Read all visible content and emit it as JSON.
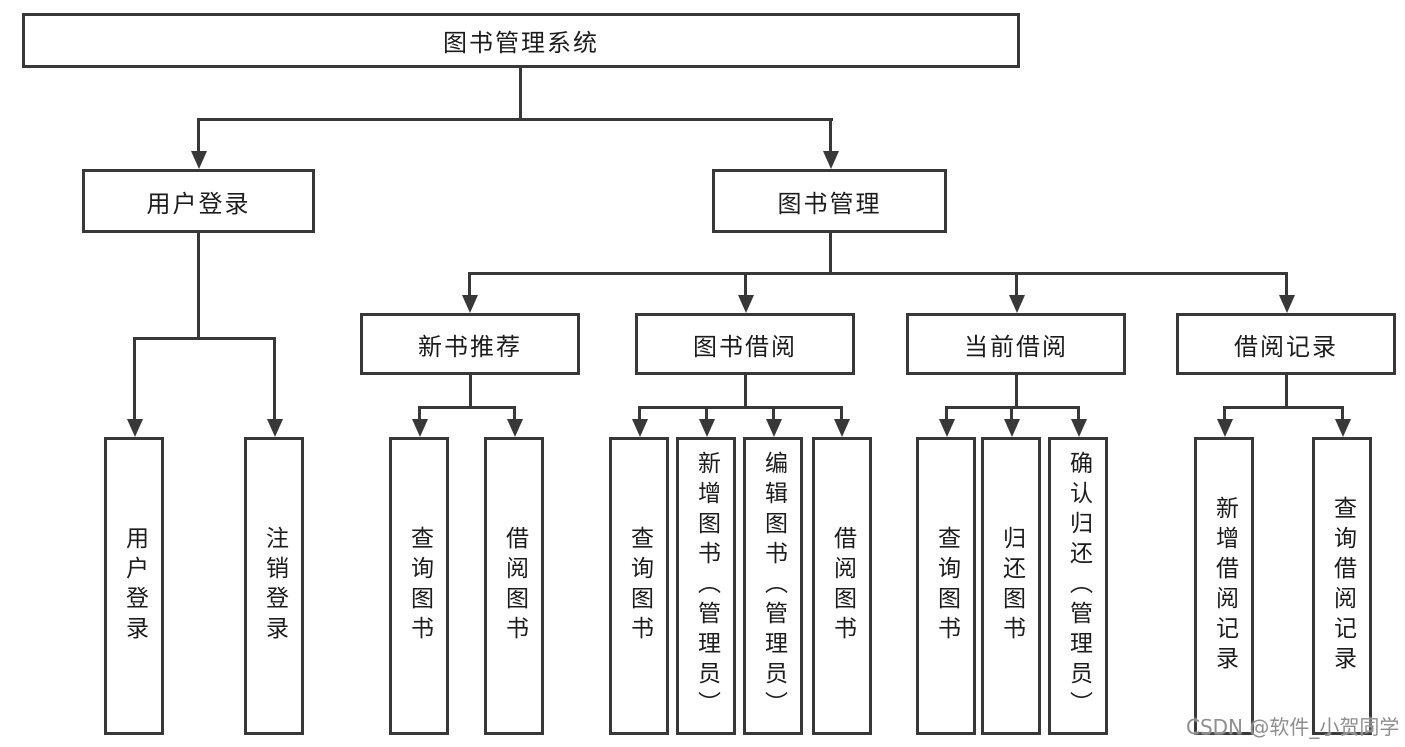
{
  "diagram": {
    "type": "feature-tree",
    "tree": {
      "label": "图书管理系统",
      "children": [
        {
          "label": "用户登录",
          "children": [
            {
              "label": "用户登录"
            },
            {
              "label": "注销登录"
            }
          ]
        },
        {
          "label": "图书管理",
          "children": [
            {
              "label": "新书推荐",
              "children": [
                {
                  "label": "查询图书"
                },
                {
                  "label": "借阅图书"
                }
              ]
            },
            {
              "label": "图书借阅",
              "children": [
                {
                  "label": "查询图书"
                },
                {
                  "label": "新增图书（管理员）"
                },
                {
                  "label": "编辑图书（管理员）"
                },
                {
                  "label": "借阅图书"
                }
              ]
            },
            {
              "label": "当前借阅",
              "children": [
                {
                  "label": "查询图书"
                },
                {
                  "label": "归还图书"
                },
                {
                  "label": "确认归还（管理员）"
                }
              ]
            },
            {
              "label": "借阅记录",
              "children": [
                {
                  "label": "新增借阅记录"
                },
                {
                  "label": "查询借阅记录"
                }
              ]
            }
          ]
        }
      ]
    },
    "colors": {
      "border": "#383838",
      "line": "#383838",
      "label": "#1c1c1c",
      "background": "#ffffff",
      "watermark": "#8f8f8f"
    }
  },
  "watermark": {
    "text": "CSDN @软件_小贺同学"
  }
}
